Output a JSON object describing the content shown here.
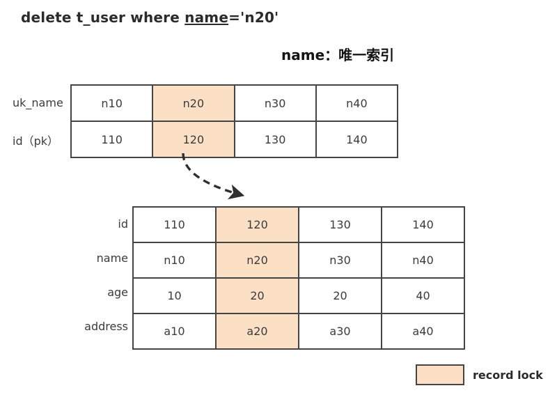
{
  "header": {
    "sql_prefix": "delete t_user where ",
    "sql_underlined": "name",
    "sql_suffix": "='n20'",
    "index_note": "name：唯一索引"
  },
  "index_table": {
    "row_labels": [
      "uk_name",
      "id（pk）"
    ],
    "rows": [
      [
        "n10",
        "n20",
        "n30",
        "n40"
      ],
      [
        "110",
        "120",
        "130",
        "140"
      ]
    ],
    "locked_column_index": 1
  },
  "row_table": {
    "row_labels": [
      "id",
      "name",
      "age",
      "address"
    ],
    "rows": [
      [
        "110",
        "120",
        "130",
        "140"
      ],
      [
        "n10",
        "n20",
        "n30",
        "n40"
      ],
      [
        "10",
        "20",
        "20",
        "40"
      ],
      [
        "a10",
        "a20",
        "a30",
        "a40"
      ]
    ],
    "locked_column_index": 1
  },
  "connector": {
    "style": "dashed-curved-arrow",
    "from": "index-table-locked-cell",
    "to": "row-table-locked-column"
  },
  "legend": {
    "label": "record lock",
    "swatch_color": "#fbe0c6"
  },
  "colors": {
    "lock_fill": "#fbe0c6",
    "border": "#444444",
    "text": "#3b3b3b",
    "heading": "#2b2b2b",
    "background": "#ffffff"
  }
}
